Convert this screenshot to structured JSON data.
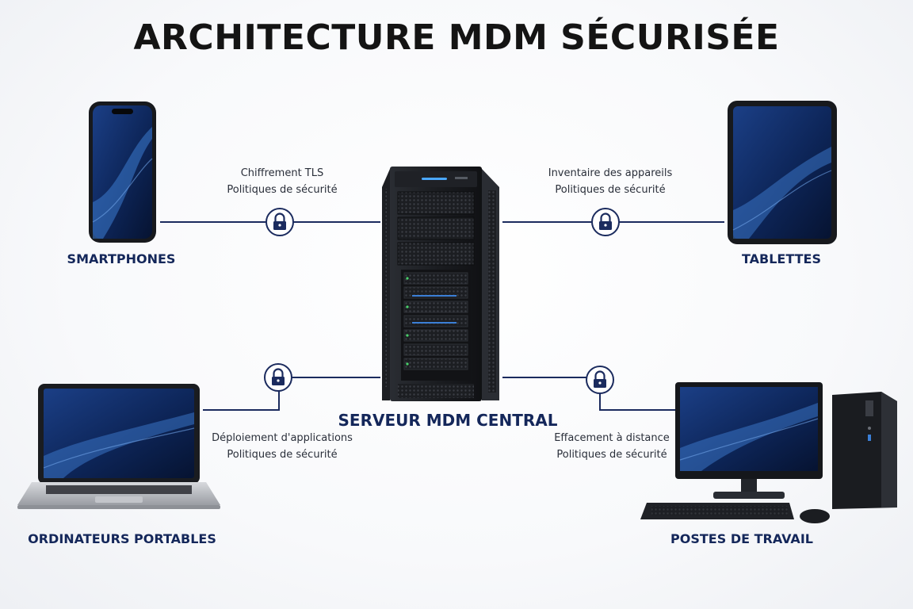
{
  "title": "ARCHITECTURE MDM SÉCURISÉE",
  "server": {
    "label": "SERVEUR MDM CENTRAL"
  },
  "devices": {
    "smartphones": {
      "label": "SMARTPHONES",
      "policy": [
        "Chiffrement TLS",
        "Politiques de sécurité"
      ]
    },
    "tablets": {
      "label": "TABLETTES",
      "policy": [
        "Inventaire des appareils",
        "Politiques de sécurité"
      ]
    },
    "laptops": {
      "label": "ORDINATEURS PORTABLES",
      "policy": [
        "Déploiement d'applications",
        "Politiques de sécurité"
      ]
    },
    "workstations": {
      "label": "POSTES DE TRAVAIL",
      "policy": [
        "Effacement à distance",
        "Politiques de sécurité"
      ]
    }
  },
  "colors": {
    "connector": "#1b2b5e",
    "label": "#14275a",
    "screen_dark": "#0a1a3f",
    "screen_light": "#2f6cc4",
    "device_body": "#1a1c20"
  },
  "icons": {
    "connection": "lock-icon"
  }
}
